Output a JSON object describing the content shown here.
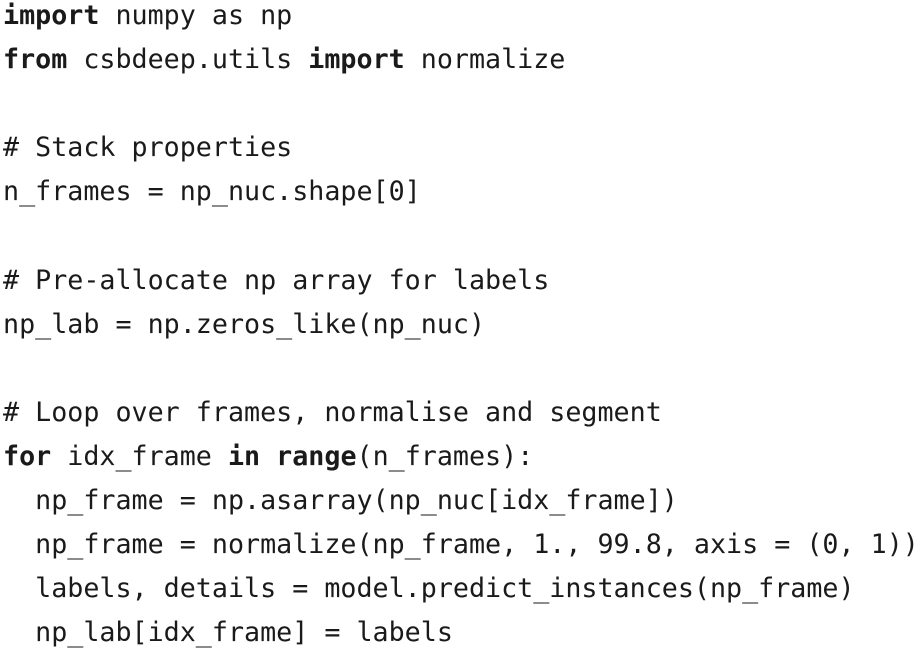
{
  "page": {
    "background": "#ffffff",
    "text_color": "#1a1a1a",
    "keyword_style": "bold"
  },
  "code": {
    "language": "python",
    "lines": [
      [
        {
          "t": "import",
          "b": true
        },
        {
          "t": " numpy as np",
          "b": false
        }
      ],
      [
        {
          "t": "from",
          "b": true
        },
        {
          "t": " csbdeep.utils ",
          "b": false
        },
        {
          "t": "import",
          "b": true
        },
        {
          "t": " normalize",
          "b": false
        }
      ],
      [],
      [
        {
          "t": "# Stack properties",
          "b": false
        }
      ],
      [
        {
          "t": "n_frames = np_nuc.shape[0]",
          "b": false
        }
      ],
      [],
      [
        {
          "t": "# Pre-allocate np array for labels",
          "b": false
        }
      ],
      [
        {
          "t": "np_lab = np.zeros_like(np_nuc)",
          "b": false
        }
      ],
      [],
      [
        {
          "t": "# Loop over frames, normalise and segment",
          "b": false
        }
      ],
      [
        {
          "t": "for",
          "b": true
        },
        {
          "t": " idx_frame ",
          "b": false
        },
        {
          "t": "in",
          "b": true
        },
        {
          "t": " ",
          "b": false
        },
        {
          "t": "range",
          "b": true
        },
        {
          "t": "(n_frames):",
          "b": false
        }
      ],
      [
        {
          "t": "  np_frame = np.asarray(np_nuc[idx_frame])",
          "b": false
        }
      ],
      [
        {
          "t": "  np_frame = normalize(np_frame, 1., 99.8, axis = (0, 1))",
          "b": false
        }
      ],
      [
        {
          "t": "  labels, details = model.predict_instances(np_frame)",
          "b": false
        }
      ],
      [
        {
          "t": "  np_lab[idx_frame] = labels",
          "b": false
        }
      ]
    ]
  }
}
